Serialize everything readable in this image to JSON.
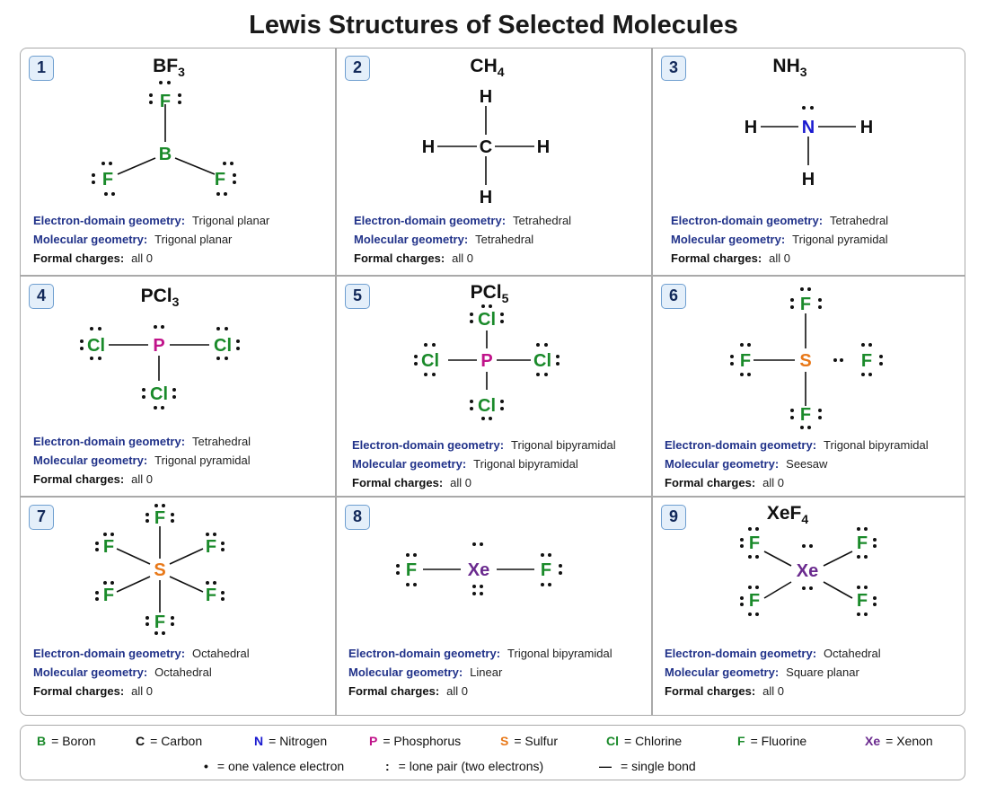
{
  "title": "Lewis Structures of Selected Molecules",
  "labels": {
    "edg": "Electron-domain geometry:",
    "mg": "Molecular geometry:",
    "fc": "Formal charges:"
  },
  "colors": {
    "B": "#1a8a2a",
    "C": "#111111",
    "N": "#1a1ad0",
    "P": "#c0138a",
    "S": "#e87818",
    "Cl": "#1a8a2a",
    "F": "#1a8a2a",
    "Xe": "#6a2a8e",
    "H": "#111111",
    "label_blue": "#22338a",
    "badge_border": "#6f9fd0",
    "badge_fill": "#e4effa"
  },
  "molecules": [
    {
      "number": "1",
      "formula": {
        "base": "BF",
        "sub": "3"
      },
      "edg": "Trigonal planar",
      "mg": "Trigonal planar",
      "fc": "all 0"
    },
    {
      "number": "2",
      "formula": {
        "base": "CH",
        "sub": "4"
      },
      "edg": "Tetrahedral",
      "mg": "Tetrahedral",
      "fc": "all 0"
    },
    {
      "number": "3",
      "formula": {
        "base": "NH",
        "sub": "3"
      },
      "edg": "Tetrahedral",
      "mg": "Trigonal pyramidal",
      "fc": "all 0"
    },
    {
      "number": "4",
      "formula": {
        "base": "PCl",
        "sub": "3"
      },
      "edg": "Tetrahedral",
      "mg": "Trigonal pyramidal",
      "fc": "all 0"
    },
    {
      "number": "5",
      "formula": {
        "base": "PCl",
        "sub": "5"
      },
      "edg": "Trigonal bipyramidal",
      "mg": "Trigonal bipyramidal",
      "fc": "all 0"
    },
    {
      "number": "6",
      "formula": {
        "base": "",
        "sub": ""
      },
      "edg": "Trigonal bipyramidal",
      "mg": "Seesaw",
      "fc": "all 0"
    },
    {
      "number": "7",
      "formula": {
        "base": "",
        "sub": ""
      },
      "edg": "Octahedral",
      "mg": "Octahedral",
      "fc": "all 0"
    },
    {
      "number": "8",
      "formula": {
        "base": "",
        "sub": ""
      },
      "edg": "Trigonal bipyramidal",
      "mg": "Linear",
      "fc": "all 0"
    },
    {
      "number": "9",
      "formula": {
        "base": "XeF",
        "sub": "4"
      },
      "edg": "Octahedral",
      "mg": "Square planar",
      "fc": "all 0"
    }
  ],
  "legend": {
    "elements": [
      {
        "symbol": "B",
        "name": "= Boron"
      },
      {
        "symbol": "C",
        "name": "= Carbon"
      },
      {
        "symbol": "N",
        "name": "= Nitrogen"
      },
      {
        "symbol": "P",
        "name": "= Phosphorus"
      },
      {
        "symbol": "S",
        "name": "= Sulfur"
      },
      {
        "symbol": "Cl",
        "name": "= Chlorine"
      },
      {
        "symbol": "F",
        "name": "= Fluorine"
      },
      {
        "symbol": "Xe",
        "name": "= Xenon"
      }
    ],
    "notation": [
      {
        "symbol": "•",
        "text": "= one valence electron"
      },
      {
        "symbol": ":",
        "text": "= lone pair (two electrons)"
      },
      {
        "symbol": "—",
        "text": "= single bond"
      }
    ]
  }
}
